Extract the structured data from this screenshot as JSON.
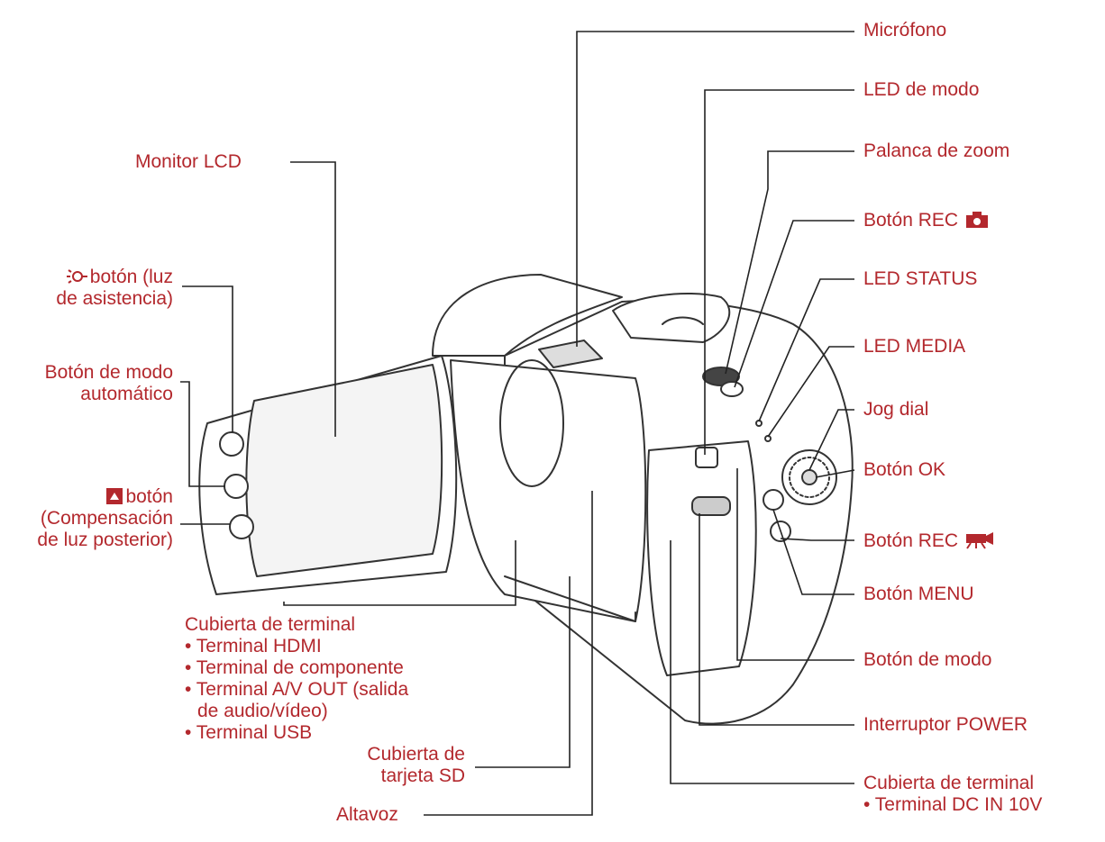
{
  "colors": {
    "label_text": "#b3282d",
    "line": "#222222",
    "outline": "#333333"
  },
  "labels": {
    "microfono": "Micrófono",
    "led_modo": "LED de modo",
    "palanca_zoom": "Palanca de zoom",
    "boton_rec_foto": "Botón REC",
    "led_status": "LED STATUS",
    "led_media": "LED MEDIA",
    "jog_dial": "Jog dial",
    "boton_ok": "Botón OK",
    "boton_rec_video": "Botón REC",
    "boton_menu": "Botón MENU",
    "boton_modo": "Botón de modo",
    "interruptor_power": "Interruptor POWER",
    "cubierta_dc": {
      "title": "Cubierta de terminal",
      "item": "• Terminal DC IN 10V"
    },
    "monitor_lcd": "Monitor LCD",
    "luz_asistencia": {
      "line1": "botón (luz",
      "line2": "de asistencia)"
    },
    "modo_auto": {
      "line1": "Botón de modo",
      "line2": "automático"
    },
    "compensacion": {
      "line1": "botón",
      "line2": "(Compensación",
      "line3": "de luz posterior)"
    },
    "cubierta_terminal": {
      "title": "Cubierta de terminal",
      "items": [
        "• Terminal HDMI",
        "• Terminal de componente",
        "• Terminal A/V OUT (salida",
        "de audio/vídeo)",
        "• Terminal USB"
      ]
    },
    "tarjeta_sd": {
      "line1": "Cubierta de",
      "line2": "tarjeta SD"
    },
    "altavoz": "Altavoz"
  },
  "icons": {
    "light": "assist-light-icon",
    "backlight": "backlight-icon",
    "camera": "camera-icon",
    "movie": "movie-camera-icon"
  }
}
